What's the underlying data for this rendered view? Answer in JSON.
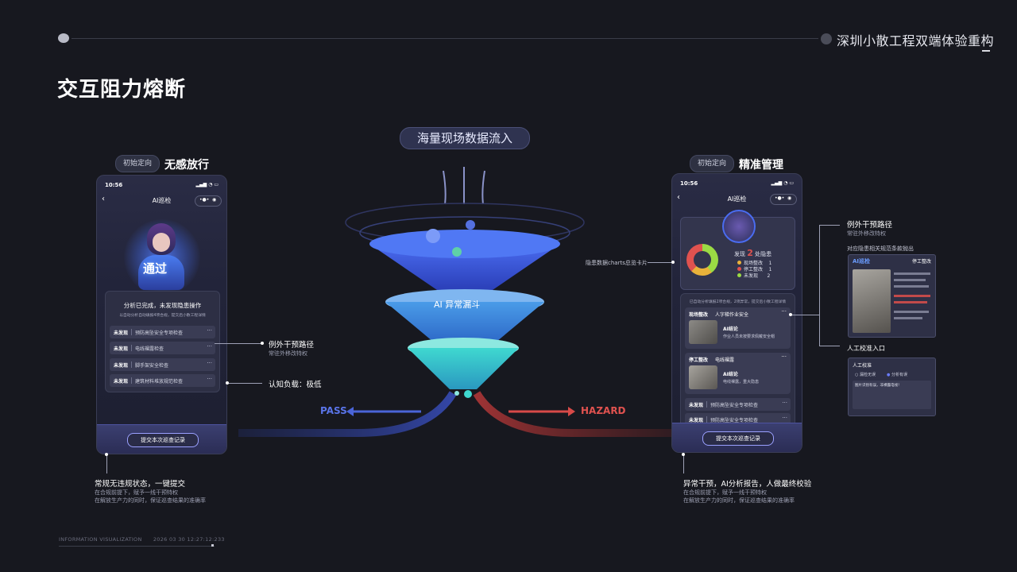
{
  "header": {
    "brand": "深圳小散工程双端体验重构",
    "page_title": "交互阻力熔断"
  },
  "center": {
    "data_in": "海量现场数据流入",
    "funnel_label": "AI 异常漏斗",
    "pass": "PASS",
    "hazard": "HAZARD"
  },
  "left": {
    "tag": "初始定向",
    "tag_title": "无感放行",
    "phone": {
      "time": "10:56",
      "nav_title": "AI巡检",
      "badge": "通过",
      "done_title": "分析已完成，未发现隐患操作",
      "done_sub": "以自动分析自动填报4项合规，提交后小散工程详情",
      "rows": [
        {
          "k": "未发现",
          "v": "预防高坠安全专项检查"
        },
        {
          "k": "未发现",
          "v": "电线裸露检查"
        },
        {
          "k": "未发现",
          "v": "脚手架安全检查"
        },
        {
          "k": "未发现",
          "v": "建筑材料堆放规范检查"
        }
      ],
      "submit": "提交本次巡查记录"
    },
    "anno1_title": "例外干预路径",
    "anno1_sub": "常驻外移改特权",
    "anno2_title": "认知负载：极低",
    "bottom_title": "常规无违规状态，一键提交",
    "bottom_sub1": "在合规前提下，赋予一线干预特权",
    "bottom_sub2": "在解放生产力的同时，保证巡查结果的准确率"
  },
  "right": {
    "tag": "初始定向",
    "tag_title": "精准管理",
    "phone": {
      "time": "10:56",
      "nav_title": "AI巡检",
      "found_prefix": "发现",
      "found_count": "2",
      "found_suffix": "处隐患",
      "legend": [
        {
          "name": "现场整改",
          "count": "1",
          "color": "#e9b23a"
        },
        {
          "name": "停工整改",
          "count": "1",
          "color": "#e0524f"
        },
        {
          "name": "未发现",
          "count": "2",
          "color": "#9bdb44"
        }
      ],
      "summary": "已自动分析填报2项合规，2项异常，提交后小散工程详情",
      "items": [
        {
          "tag": "现场整改",
          "title": "人字梯作业安全",
          "ai": "AI结论",
          "desc": "作业人员未按要求佩戴安全帽"
        },
        {
          "tag": "停工整改",
          "title": "电线裸露",
          "ai": "AI结论",
          "desc": "电线裸露，重大隐患"
        }
      ],
      "rows": [
        {
          "k": "未发现",
          "v": "预防高坠安全专项检查"
        },
        {
          "k": "未发现",
          "v": "预防高坠安全专项检查"
        }
      ],
      "submit": "提交本次巡查记录"
    },
    "card_anno": "隐患数据charts总览卡片",
    "anno1_title": "例外干预路径",
    "anno1_sub": "常驻外移改特权",
    "anno1_sub2": "对应隐患相关规范条款抛出",
    "mini1_title": "AI巡检",
    "mini1_tag": "停工整改",
    "anno2_title": "人工校准入口",
    "mini2_title": "人工校准",
    "mini2_opt1": "漏检无误",
    "mini2_opt2": "分析有误",
    "mini2_text": "图片识别有误，非裸露电线！",
    "bottom_title": "异常干预，AI分析报告，人做最终校验",
    "bottom_sub1": "在合规前提下，赋予一线干预特权",
    "bottom_sub2": "在解放生产力的同时，保证巡查结果的准确率"
  },
  "footer": {
    "label": "INFORMATION VISUALIZATION",
    "timestamp": "2026 03 30 12:27:12:233"
  },
  "colors": {
    "background": "#17181f",
    "pass": "#5a74e8",
    "hazard": "#e0524f",
    "funnel_top": "#3f62e8",
    "funnel_bottom": "#3fd8d0"
  }
}
